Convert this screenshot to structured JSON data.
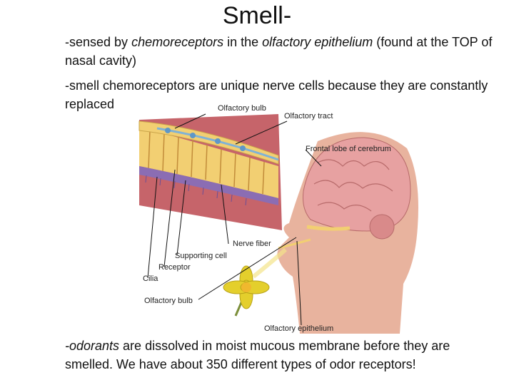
{
  "slide": {
    "title": "Smell-",
    "bullet1": {
      "prefix": "-sensed by ",
      "term1": "chemoreceptors",
      "middle": " in the ",
      "term2": "olfactory epithelium",
      "suffix": "  (found at the TOP of nasal cavity)"
    },
    "bullet2": "-smell chemoreceptors are unique nerve cells because they are constantly replaced",
    "bullet3": {
      "term": "-odorants",
      "text": " are dissolved in moist mucous membrane before they are smelled.  We have about 350 different types of odor receptors!"
    }
  },
  "figure": {
    "labels": {
      "olfactory_bulb_top": "Olfactory bulb",
      "olfactory_tract": "Olfactory tract",
      "frontal_lobe": "Frontal lobe of cerebrum",
      "nerve_fiber": "Nerve fiber",
      "supporting_cell": "Supporting cell",
      "receptor": "Receptor",
      "cilia": "Cilia",
      "olfactory_bulb_bottom": "Olfactory bulb",
      "olfactory_epithelium": "Olfactory epithelium"
    },
    "colors": {
      "skin": "#e8b39e",
      "brain": "#e7a1a1",
      "tissue": "#c6646a",
      "epithelium": "#f2cf72",
      "cilia": "#8b6db3",
      "nerve": "#7fb2d6",
      "flower": "#e4cf2c"
    }
  }
}
